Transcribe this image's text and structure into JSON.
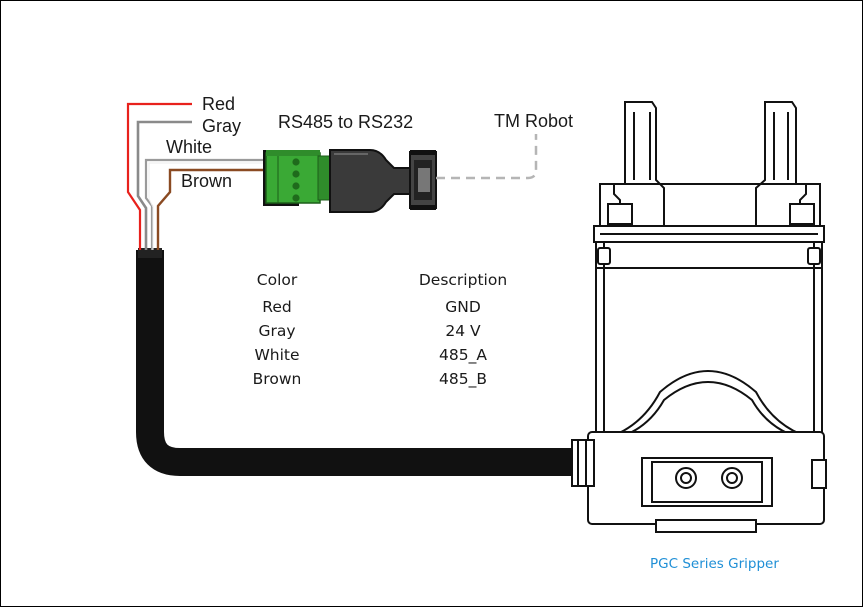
{
  "wire_labels": {
    "red": "Red",
    "gray": "Gray",
    "white": "White",
    "brown": "Brown"
  },
  "converter_label": "RS485 to RS232",
  "robot_label": "TM Robot",
  "table": {
    "headers": [
      "Color",
      "Description"
    ],
    "rows": [
      {
        "color": "Red",
        "description": "GND"
      },
      {
        "color": "Gray",
        "description": "24 V"
      },
      {
        "color": "White",
        "description": "485_A"
      },
      {
        "color": "Brown",
        "description": "485_B"
      }
    ]
  },
  "caption": "PGC Series Gripper",
  "colors": {
    "red_wire": "#e8211c",
    "gray_wire": "#8a8a8a",
    "white_wire": "#b0b0b0",
    "brown_wire": "#8a4a22",
    "terminal_green": "#3aa935",
    "caption_blue": "#1f8fd6"
  }
}
